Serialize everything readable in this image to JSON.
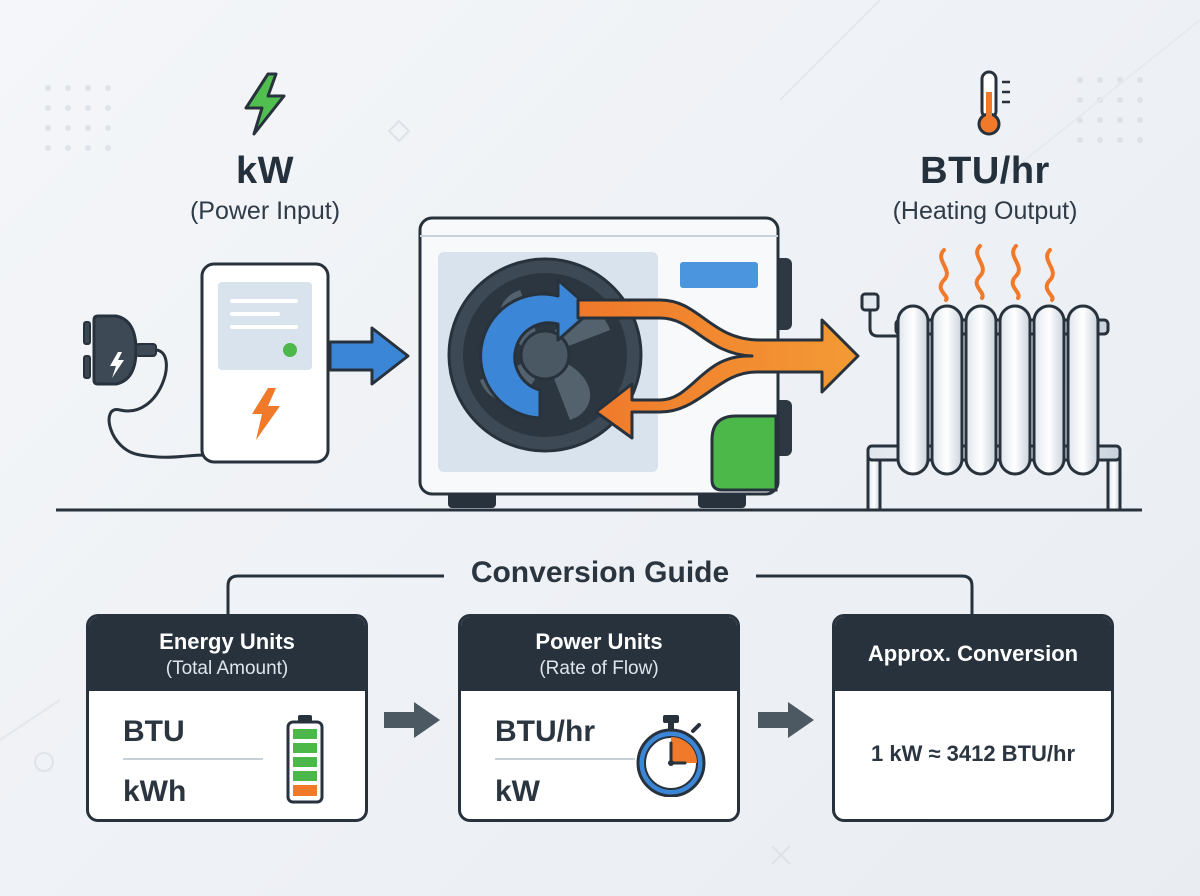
{
  "power_input": {
    "unit": "kW",
    "caption": "(Power Input)"
  },
  "heating_output": {
    "unit": "BTU/hr",
    "caption": "(Heating Output)"
  },
  "guide": {
    "title": "Conversion Guide",
    "cards": [
      {
        "title": "Energy Units",
        "subtitle": "(Total Amount)",
        "unit_a": "BTU",
        "unit_b": "kWh",
        "icon": "battery-icon"
      },
      {
        "title": "Power Units",
        "subtitle": "(Rate of Flow)",
        "unit_a": "BTU/hr",
        "unit_b": "kW",
        "icon": "stopwatch-icon"
      },
      {
        "title": "Approx. Conversion",
        "formula": "1 kW ≈ 3412 BTU/hr"
      }
    ]
  },
  "colors": {
    "dark": "#27323d",
    "blue": "#3b86d6",
    "orange": "#f07a2a",
    "green": "#4cb84a",
    "panel": "#d8e3ee"
  }
}
